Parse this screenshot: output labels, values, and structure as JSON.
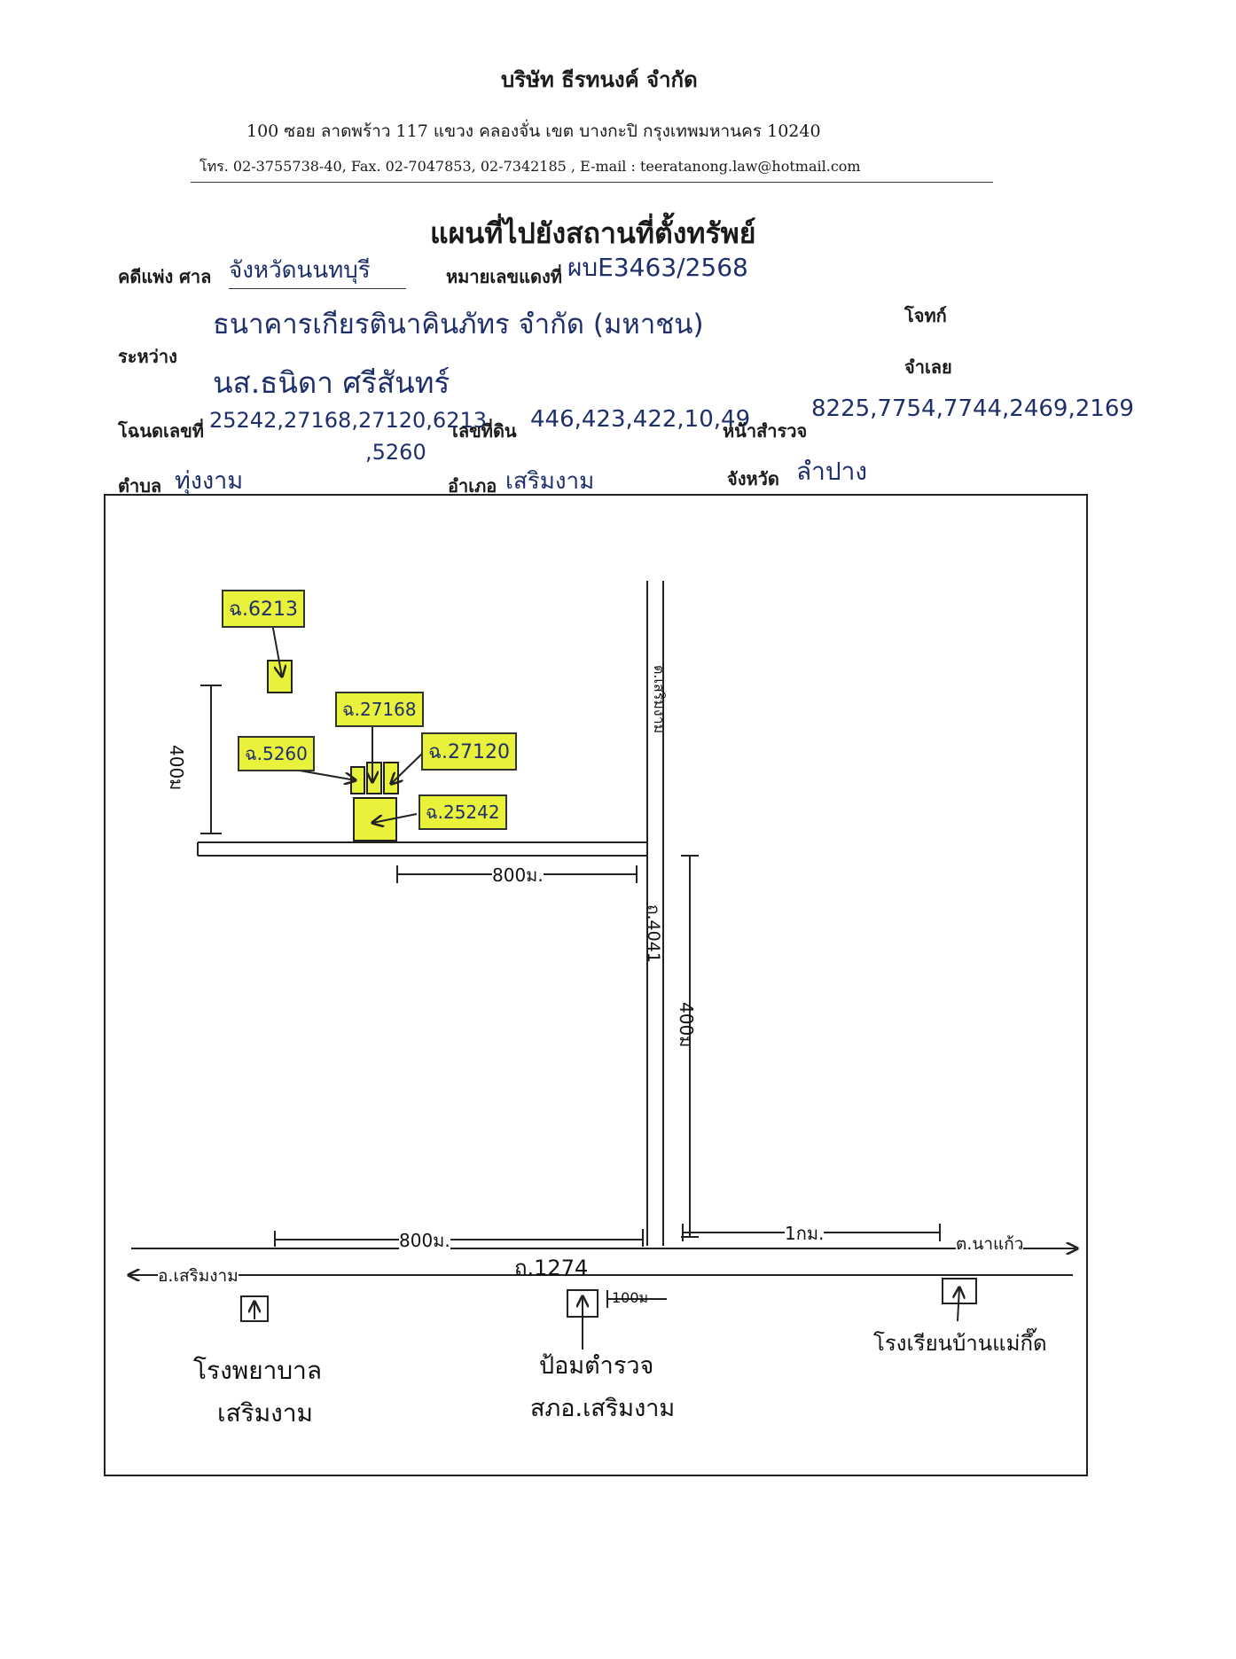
{
  "company": {
    "name": "บริษัท ธีรทนงค์ จำกัด",
    "address": "100 ซอย ลาดพร้าว 117 แขวง คลองจั่น เขต บางกะปิ กรุงเทพมหานคร 10240",
    "contact": "โทร. 02-3755738-40, Fax. 02-7047853, 02-7342185 , E-mail : teeratanong.law@hotmail.com"
  },
  "doc_title": "แผนที่ไปยังสถานที่ตั้งทรัพย์",
  "form": {
    "court_label": "คดีแพ่ง ศาล",
    "court_value": "จังหวัดนนทบุรี",
    "case_no_label": "หมายเลขแดงที่",
    "case_no_value": "ผบE3463/2568",
    "between_label": "ระหว่าง",
    "plaintiff": "ธนาคารเกียรตินาคินภัทร จำกัด (มหาชน)",
    "plaintiff_role": "โจทก์",
    "defendant": "นส.ธนิดา ศรีสันทร์",
    "defendant_role": "จำเลย",
    "deed_label": "โฉนดเลขที่",
    "deed_value": "25242,27168,27120,6213",
    "deed_value_2": ",5260",
    "land_no_label": "เลขที่ดิน",
    "land_no_value": "446,423,422,10,49",
    "survey_label": "หน้าสำรวจ",
    "survey_value": "8225,7754,7744,2469,2169",
    "subdistrict_label": "ตำบล",
    "subdistrict_value": "ทุ่งงาม",
    "district_label": "อำเภอ",
    "district_value": "เสริมงาม",
    "province_label": "จังหวัด",
    "province_value": "ลำปาง"
  },
  "map": {
    "parcels": {
      "p6213": "ฉ.6213",
      "p27168": "ฉ.27168",
      "p5260": "ฉ.5260",
      "p27120": "ฉ.27120",
      "p25242": "ฉ.25242"
    },
    "distances": {
      "left_vertical": "400ม",
      "upper_horizontal": "800ม.",
      "middle_vertical": "400ม",
      "lower_left": "800ม.",
      "lower_right": "1กม.",
      "police_offset": "100ม"
    },
    "roads": {
      "top_road": "ต.เสริมงาม",
      "road_4041": "ถ.4041",
      "road_1274": "ถ.1274",
      "left_dest": "อ.เสริมงาม",
      "right_dest": "ต.นาแก้ว"
    },
    "landmarks": {
      "hospital_1": "โรงพยาบาล",
      "hospital_2": "เสริมงาม",
      "police_1": "ป้อมตำรวจ",
      "police_2": "สภอ.เสริมงาม",
      "school": "โรงเรียนบ้านแม่กึ๊ด"
    },
    "highlight_color": "#e9f23a",
    "ink_color": "#1f2f6b"
  }
}
